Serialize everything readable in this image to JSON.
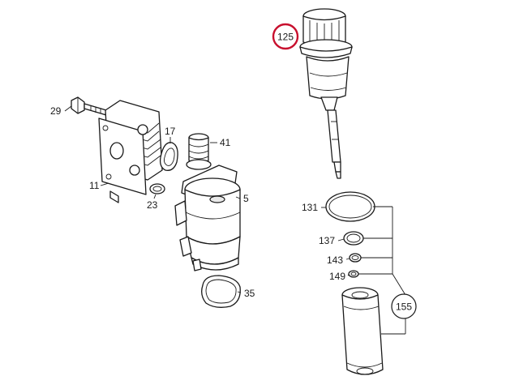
{
  "highlight_color": "#c8102e",
  "line_color": "#1a1a1a",
  "callouts": {
    "p125": "125",
    "p29": "29",
    "p17": "17",
    "p41": "41",
    "p11": "11",
    "p23": "23",
    "p5": "5",
    "p131": "131",
    "p137": "137",
    "p143": "143",
    "p149": "149",
    "p155": "155",
    "p35": "35"
  }
}
